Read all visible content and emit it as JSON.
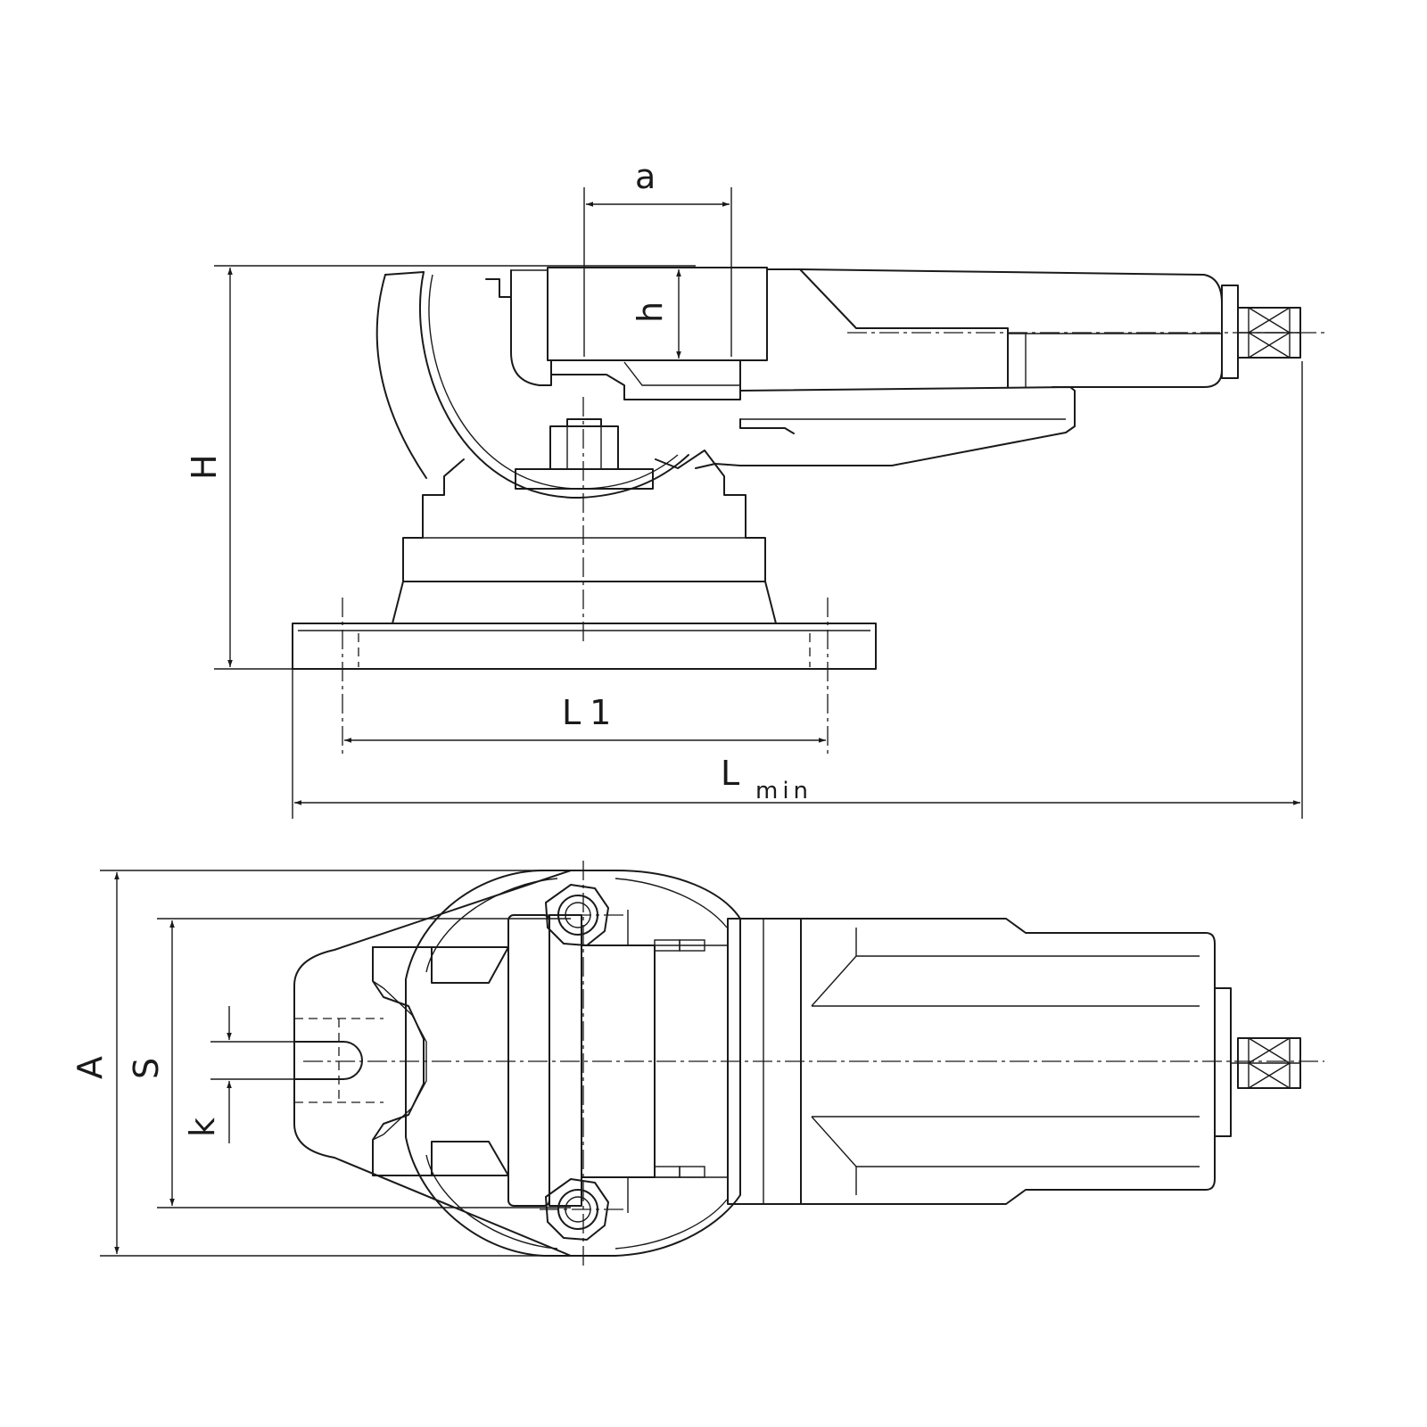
{
  "labels": {
    "a": "a",
    "h": "h",
    "H": "H",
    "L1": "L1",
    "L": "L",
    "min": "min",
    "A": "A",
    "S": "S",
    "k": "k"
  },
  "colors": {
    "line": "#1a1a1a",
    "background": "#ffffff"
  }
}
